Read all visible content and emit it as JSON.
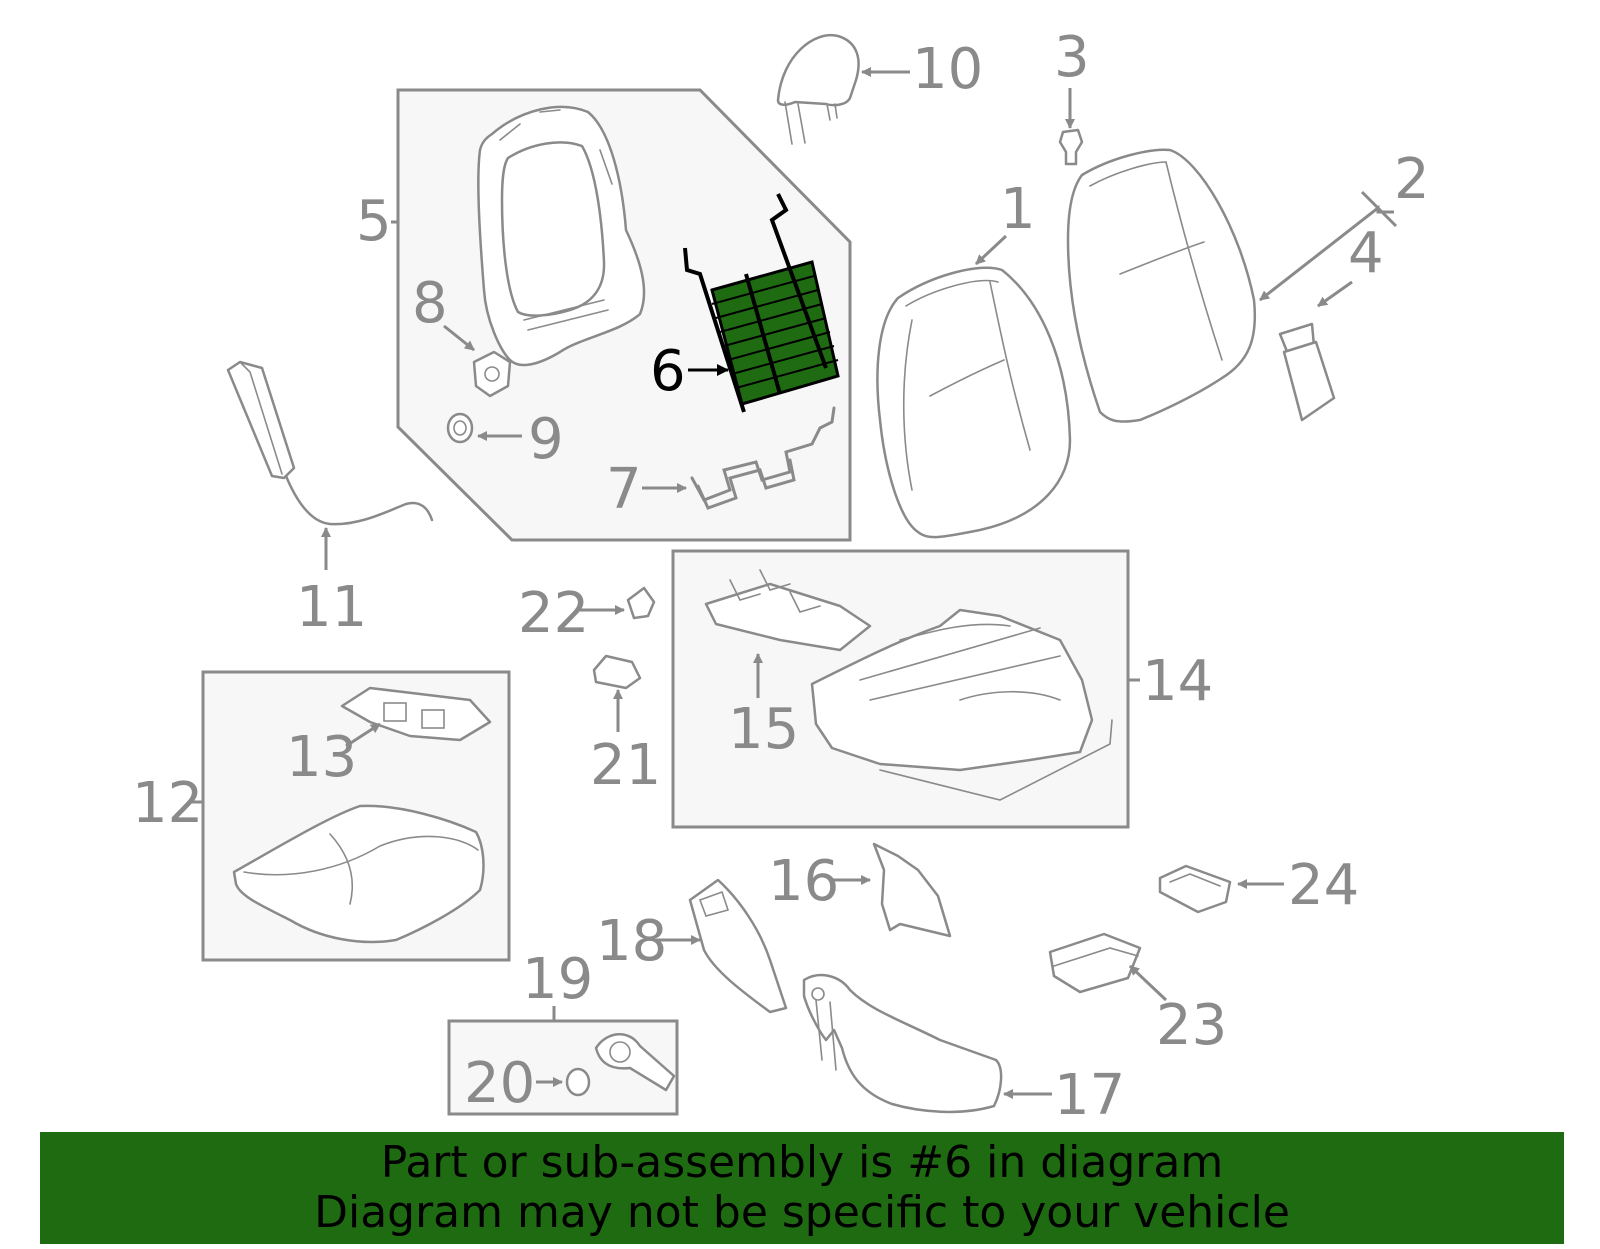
{
  "diagram": {
    "highlight_callout": "6",
    "highlight_color": "#1f6b12",
    "callouts": {
      "c1": "1",
      "c2": "2",
      "c3": "3",
      "c4": "4",
      "c5": "5",
      "c6": "6",
      "c7": "7",
      "c8": "8",
      "c9": "9",
      "c10": "10",
      "c11": "11",
      "c12": "12",
      "c13": "13",
      "c14": "14",
      "c15": "15",
      "c16": "16",
      "c17": "17",
      "c18": "18",
      "c19": "19",
      "c20": "20",
      "c21": "21",
      "c22": "22",
      "c23": "23",
      "c24": "24"
    }
  },
  "banner": {
    "line1": "Part or sub-assembly is #6 in diagram",
    "line2": "Diagram may not be specific to your vehicle",
    "background": "#1f6b12"
  }
}
